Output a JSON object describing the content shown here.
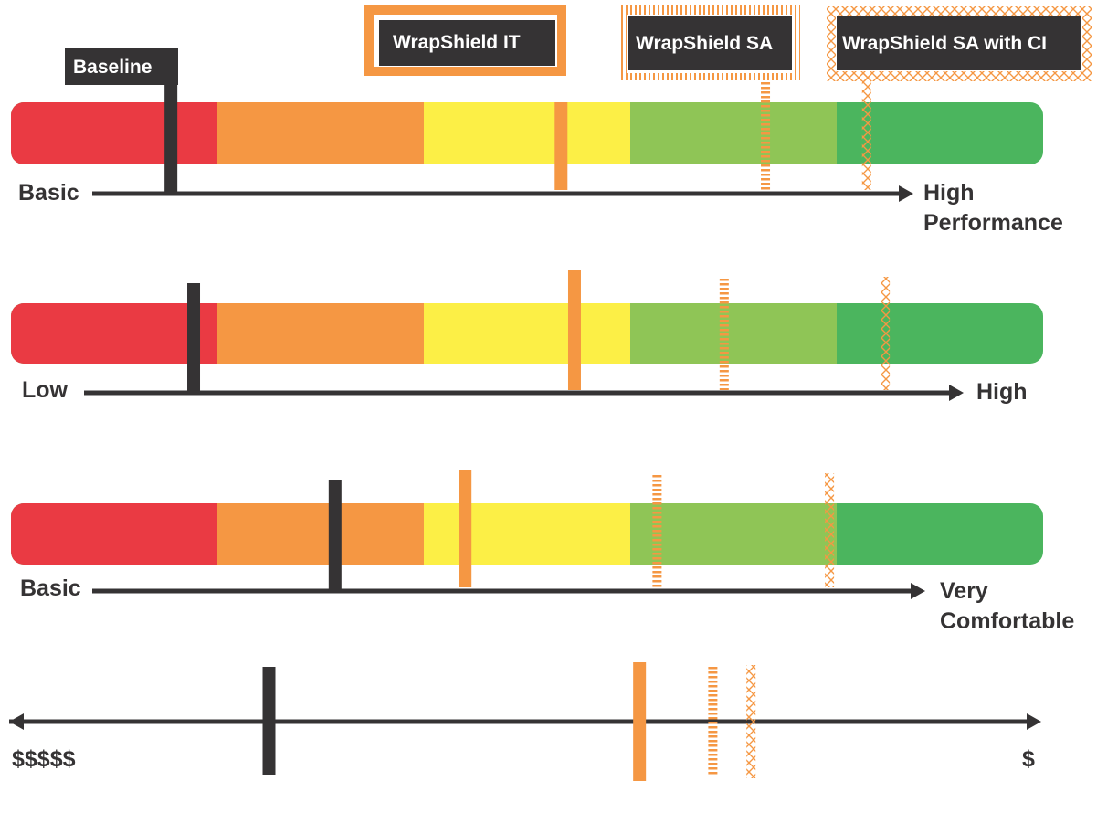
{
  "colors": {
    "red": "#ea3a43",
    "orange": "#f59743",
    "yellow": "#fcef46",
    "light_green": "#8fc556",
    "green": "#4bb55e",
    "dark": "#353334",
    "accent": "#f59743"
  },
  "legend": {
    "baseline": "Baseline",
    "wrapshield_it": "WrapShield IT",
    "wrapshield_sa": "WrapShield SA",
    "wrapshield_sa_ci": "WrapShield SA with CI"
  },
  "scales": [
    {
      "left_label": "Basic",
      "right_label_line1": "High",
      "right_label_line2": "Performance",
      "markers": {
        "baseline": 0.155,
        "wrapshield_it": 0.533,
        "wrapshield_sa": 0.731,
        "wrapshield_sa_ci": 0.829
      }
    },
    {
      "left_label": "Low",
      "right_label_line1": "High",
      "right_label_line2": "",
      "markers": {
        "baseline": 0.177,
        "wrapshield_it": 0.546,
        "wrapshield_sa": 0.691,
        "wrapshield_sa_ci": 0.847
      }
    },
    {
      "left_label": "Basic",
      "right_label_line1": "Very",
      "right_label_line2": "Comfortable",
      "markers": {
        "baseline": 0.314,
        "wrapshield_it": 0.44,
        "wrapshield_sa": 0.626,
        "wrapshield_sa_ci": 0.793
      }
    },
    {
      "left_label": "$$$$$",
      "right_label_line1": "$",
      "right_label_line2": "",
      "markers": {
        "baseline": 0.25,
        "wrapshield_it": 0.609,
        "wrapshield_sa": 0.68,
        "wrapshield_sa_ci": 0.717
      }
    }
  ]
}
